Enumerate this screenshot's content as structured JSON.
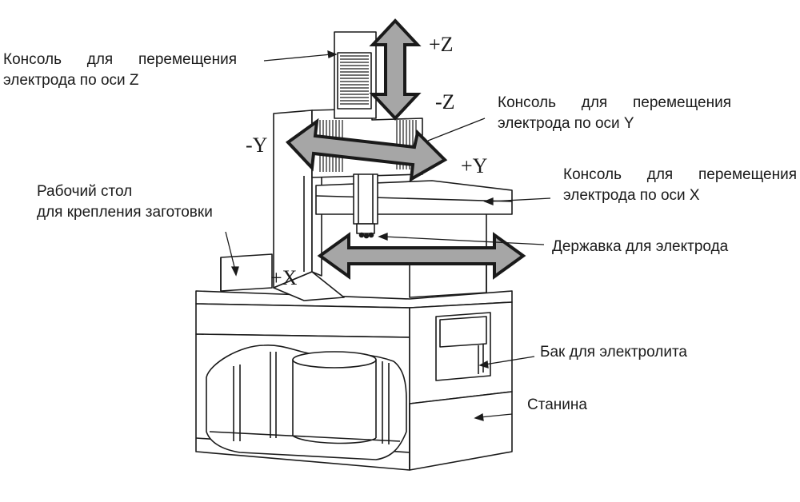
{
  "labels": {
    "z_console": {
      "line1": "Консоль для перемещения",
      "line2": "электрода по оси Z"
    },
    "y_console": {
      "line1": "Консоль для перемещения",
      "line2": "электрода по оси Y"
    },
    "x_console": {
      "line1": "Консоль для перемещения",
      "line2": "электрода по оси X"
    },
    "work_table": {
      "line1": "Рабочий стол",
      "line2": "для крепления заготовки"
    },
    "electrode_holder": "Державка для электрода",
    "electrolyte_tank": "Бак для электролита",
    "frame": "Станина"
  },
  "axes": {
    "plus_z": "+Z",
    "minus_z": "-Z",
    "minus_y": "-Y",
    "plus_y": "+Y",
    "plus_x": "+X"
  },
  "colors": {
    "line": "#1a1a1a",
    "arrow_fill": "#a6a6a6",
    "background": "#ffffff"
  }
}
